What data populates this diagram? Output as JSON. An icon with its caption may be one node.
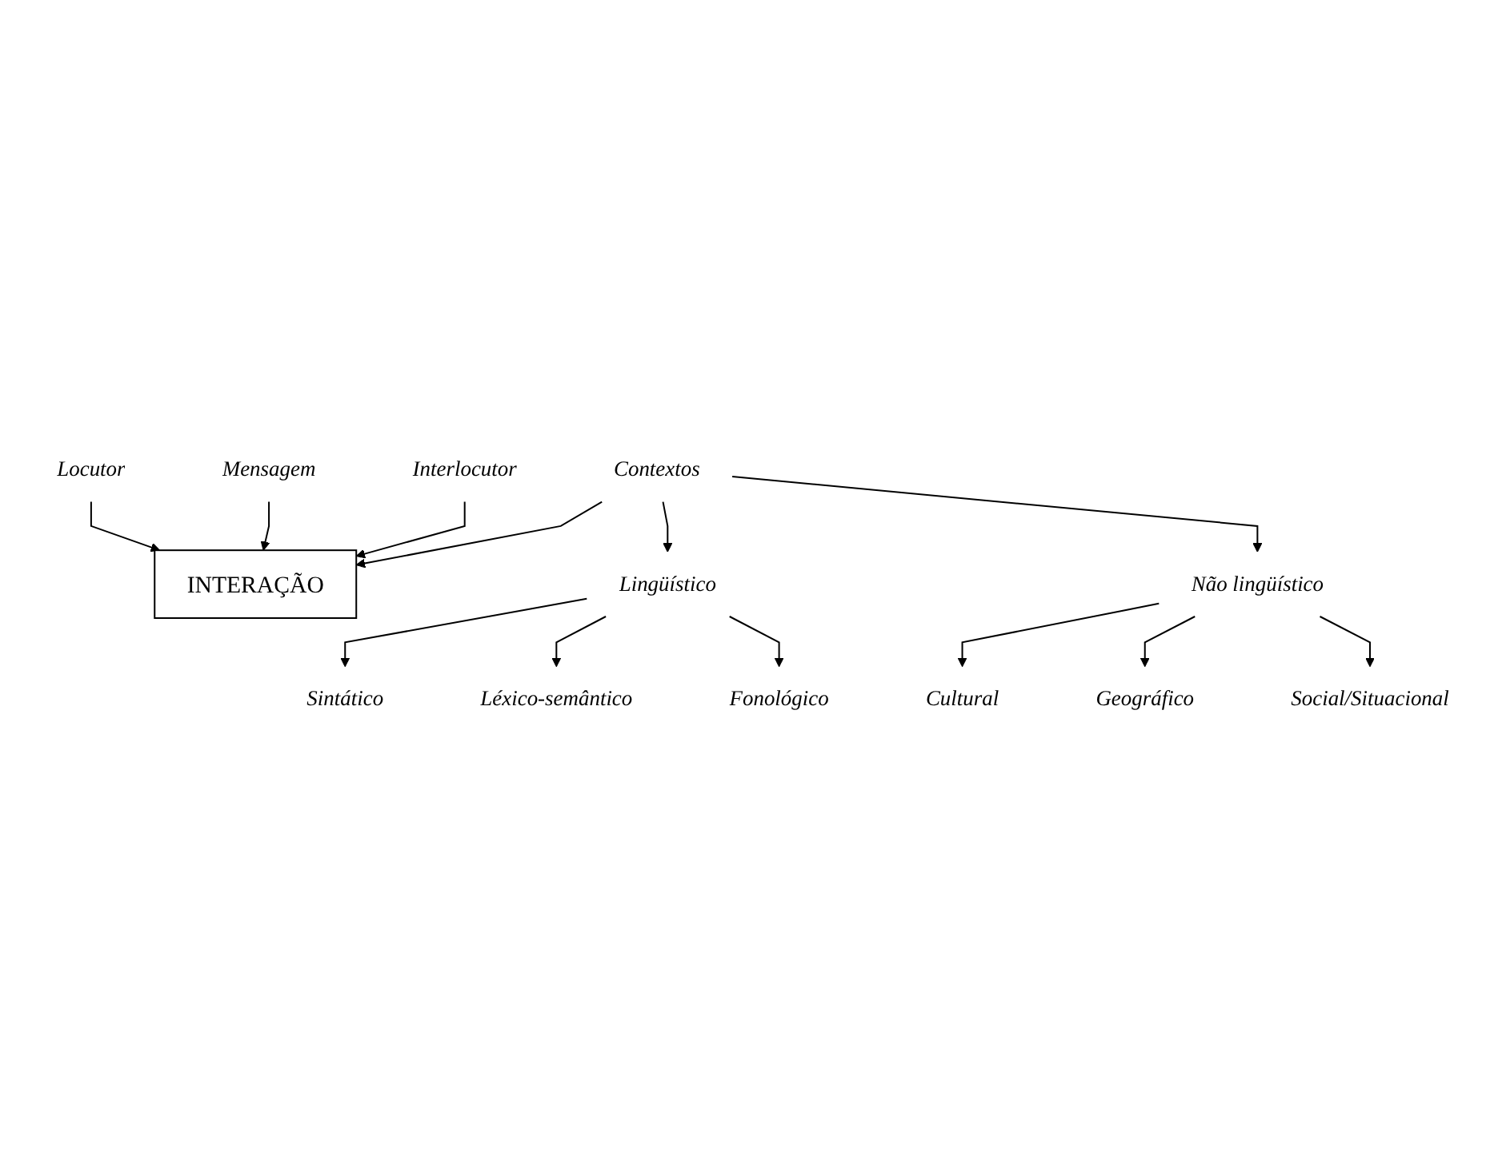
{
  "diagram": {
    "nodes": [
      {
        "text": [
          "Locutor"
        ]
      },
      {
        "text": [
          "Mensagem"
        ]
      },
      {
        "text": [
          "Interlocutor"
        ]
      },
      {
        "text": [
          "INTERAÇÃO"
        ]
      },
      {
        "text": [
          "Contextos"
        ]
      },
      {
        "text": [
          "Lingüístico"
        ]
      },
      {
        "text": [
          "Sintático"
        ]
      },
      {
        "text": [
          "Léxico-semântico"
        ]
      },
      {
        "text": [
          "Fonológico"
        ]
      },
      {
        "text": [
          "Não lingüístico"
        ]
      },
      {
        "text": [
          "Cultural"
        ]
      },
      {
        "text": [
          "Geográfico"
        ]
      },
      {
        "text": [
          "Social/Situacional"
        ]
      }
    ],
    "edges": [
      {
        "from": 0,
        "to": 3,
        "arrow": "to"
      },
      {
        "from": 1,
        "to": 3,
        "arrow": "to"
      },
      {
        "from": 2,
        "to": 3,
        "arrow": "to"
      },
      {
        "from": 4,
        "to": 3,
        "arrow": "to"
      },
      {
        "from": 4,
        "to": 5,
        "arrow": "to"
      },
      {
        "from": 5,
        "to": 6,
        "arrow": "to"
      },
      {
        "from": 5,
        "to": 7,
        "arrow": "to"
      },
      {
        "from": 5,
        "to": 8,
        "arrow": "to"
      },
      {
        "from": 4,
        "to": 9,
        "arrow": "to"
      },
      {
        "from": 9,
        "to": 10,
        "arrow": "to"
      },
      {
        "from": 9,
        "to": 11,
        "arrow": "to"
      },
      {
        "from": 9,
        "to": 12,
        "arrow": "to"
      }
    ]
  }
}
